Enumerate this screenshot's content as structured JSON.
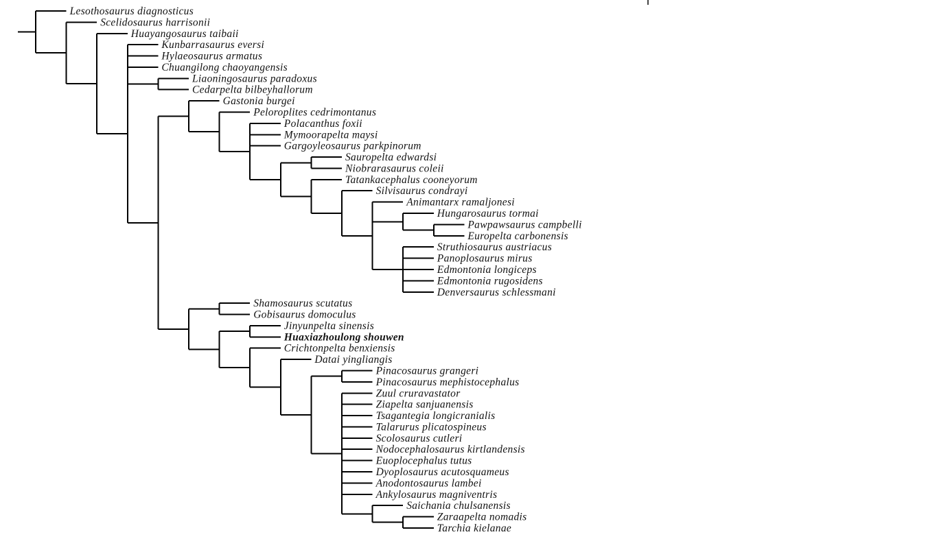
{
  "figure": {
    "type": "cladogram",
    "highlighted_taxon": "Huaxiazhoulong shouwen",
    "line_color": "#000000",
    "text_color": "#111111"
  },
  "chart_data": {
    "type": "tree",
    "title": "",
    "tree": {
      "children": [
        {
          "name": "Lesothosaurus diagnosticus"
        },
        {
          "children": [
            {
              "name": "Scelidosaurus harrisonii"
            },
            {
              "children": [
                {
                  "name": "Huayangosaurus taibaii"
                },
                {
                  "children": [
                    {
                      "name": "Kunbarrasaurus eversi"
                    },
                    {
                      "name": "Hylaeosaurus armatus"
                    },
                    {
                      "name": "Chuangilong chaoyangensis"
                    },
                    {
                      "children": [
                        {
                          "name": "Liaoningosaurus paradoxus"
                        },
                        {
                          "name": "Cedarpelta bilbeyhallorum"
                        }
                      ]
                    },
                    {
                      "children": [
                        {
                          "children": [
                            {
                              "name": "Gastonia burgei"
                            },
                            {
                              "children": [
                                {
                                  "name": "Peloroplites cedrimontanus"
                                },
                                {
                                  "children": [
                                    {
                                      "name": "Polacanthus foxii"
                                    },
                                    {
                                      "name": "Mymoorapelta maysi"
                                    },
                                    {
                                      "name": "Gargoyleosaurus parkpinorum"
                                    },
                                    {
                                      "children": [
                                        {
                                          "children": [
                                            {
                                              "name": "Sauropelta edwardsi"
                                            },
                                            {
                                              "name": "Niobrarasaurus coleii"
                                            }
                                          ]
                                        },
                                        {
                                          "children": [
                                            {
                                              "name": "Tatankacephalus cooneyorum"
                                            },
                                            {
                                              "children": [
                                                {
                                                  "name": "Silvisaurus condrayi"
                                                },
                                                {
                                                  "children": [
                                                    {
                                                      "name": "Animantarx ramaljonesi"
                                                    },
                                                    {
                                                      "children": [
                                                        {
                                                          "name": "Hungarosaurus tormai"
                                                        },
                                                        {
                                                          "children": [
                                                            {
                                                              "name": "Pawpawsaurus campbelli"
                                                            },
                                                            {
                                                              "name": "Europelta carbonensis"
                                                            }
                                                          ]
                                                        }
                                                      ]
                                                    },
                                                    {
                                                      "children": [
                                                        {
                                                          "name": "Struthiosaurus austriacus"
                                                        },
                                                        {
                                                          "name": "Panoplosaurus mirus"
                                                        },
                                                        {
                                                          "name": "Edmontonia longiceps"
                                                        },
                                                        {
                                                          "name": "Edmontonia rugosidens"
                                                        },
                                                        {
                                                          "name": "Denversaurus schlessmani"
                                                        }
                                                      ]
                                                    }
                                                  ]
                                                }
                                              ]
                                            }
                                          ]
                                        }
                                      ]
                                    }
                                  ]
                                }
                              ]
                            }
                          ]
                        },
                        {
                          "children": [
                            {
                              "children": [
                                {
                                  "name": "Shamosaurus scutatus"
                                },
                                {
                                  "name": "Gobisaurus domoculus"
                                }
                              ]
                            },
                            {
                              "children": [
                                {
                                  "children": [
                                    {
                                      "name": "Jinyunpelta sinensis"
                                    },
                                    {
                                      "name": "Huaxiazhoulong shouwen",
                                      "bold": true
                                    }
                                  ]
                                },
                                {
                                  "children": [
                                    {
                                      "name": "Crichtonpelta benxiensis"
                                    },
                                    {
                                      "children": [
                                        {
                                          "name": "Datai yingliangis"
                                        },
                                        {
                                          "children": [
                                            {
                                              "children": [
                                                {
                                                  "name": "Pinacosaurus grangeri"
                                                },
                                                {
                                                  "name": "Pinacosaurus mephistocephalus"
                                                }
                                              ]
                                            },
                                            {
                                              "children": [
                                                {
                                                  "name": "Zuul cruravastator"
                                                },
                                                {
                                                  "name": "Ziapelta sanjuanensis"
                                                },
                                                {
                                                  "name": "Tsagantegia longicranialis"
                                                },
                                                {
                                                  "name": "Talarurus plicatospineus"
                                                },
                                                {
                                                  "name": "Scolosaurus cutleri"
                                                },
                                                {
                                                  "name": "Nodocephalosaurus kirtlandensis"
                                                },
                                                {
                                                  "name": "Euoplocephalus tutus"
                                                },
                                                {
                                                  "name": "Dyoplosaurus acutosquameus"
                                                },
                                                {
                                                  "name": "Anodontosaurus lambei"
                                                },
                                                {
                                                  "name": "Ankylosaurus magniventris"
                                                },
                                                {
                                                  "children": [
                                                    {
                                                      "name": "Saichania chulsanensis"
                                                    },
                                                    {
                                                      "children": [
                                                        {
                                                          "name": "Zaraapelta nomadis"
                                                        },
                                                        {
                                                          "name": "Tarchia kielanae"
                                                        }
                                                      ]
                                                    }
                                                  ]
                                                }
                                              ]
                                            }
                                          ]
                                        }
                                      ]
                                    }
                                  ]
                                }
                              ]
                            }
                          ]
                        }
                      ]
                    }
                  ]
                }
              ]
            }
          ]
        }
      ]
    },
    "taxa": [
      "Lesothosaurus diagnosticus",
      "Scelidosaurus harrisonii",
      "Huayangosaurus taibaii",
      "Kunbarrasaurus eversi",
      "Hylaeosaurus armatus",
      "Chuangilong chaoyangensis",
      "Liaoningosaurus paradoxus",
      "Cedarpelta bilbeyhallorum",
      "Gastonia burgei",
      "Peloroplites cedrimontanus",
      "Polacanthus foxii",
      "Mymoorapelta maysi",
      "Gargoyleosaurus parkpinorum",
      "Sauropelta edwardsi",
      "Niobrarasaurus coleii",
      "Tatankacephalus cooneyorum",
      "Silvisaurus condrayi",
      "Animantarx ramaljonesi",
      "Hungarosaurus tormai",
      "Pawpawsaurus campbelli",
      "Europelta carbonensis",
      "Struthiosaurus austriacus",
      "Panoplosaurus mirus",
      "Edmontonia longiceps",
      "Edmontonia rugosidens",
      "Denversaurus schlessmani",
      "Shamosaurus scutatus",
      "Gobisaurus domoculus",
      "Jinyunpelta sinensis",
      "Huaxiazhoulong shouwen",
      "Crichtonpelta benxiensis",
      "Datai yingliangis",
      "Pinacosaurus grangeri",
      "Pinacosaurus mephistocephalus",
      "Zuul cruravastator",
      "Ziapelta sanjuanensis",
      "Tsagantegia longicranialis",
      "Talarurus plicatospineus",
      "Scolosaurus cutleri",
      "Nodocephalosaurus kirtlandensis",
      "Euoplocephalus tutus",
      "Dyoplosaurus acutosquameus",
      "Anodontosaurus lambei",
      "Ankylosaurus magniventris",
      "Saichania chulsanensis",
      "Zaraapelta nomadis",
      "Tarchia kielanae"
    ]
  }
}
